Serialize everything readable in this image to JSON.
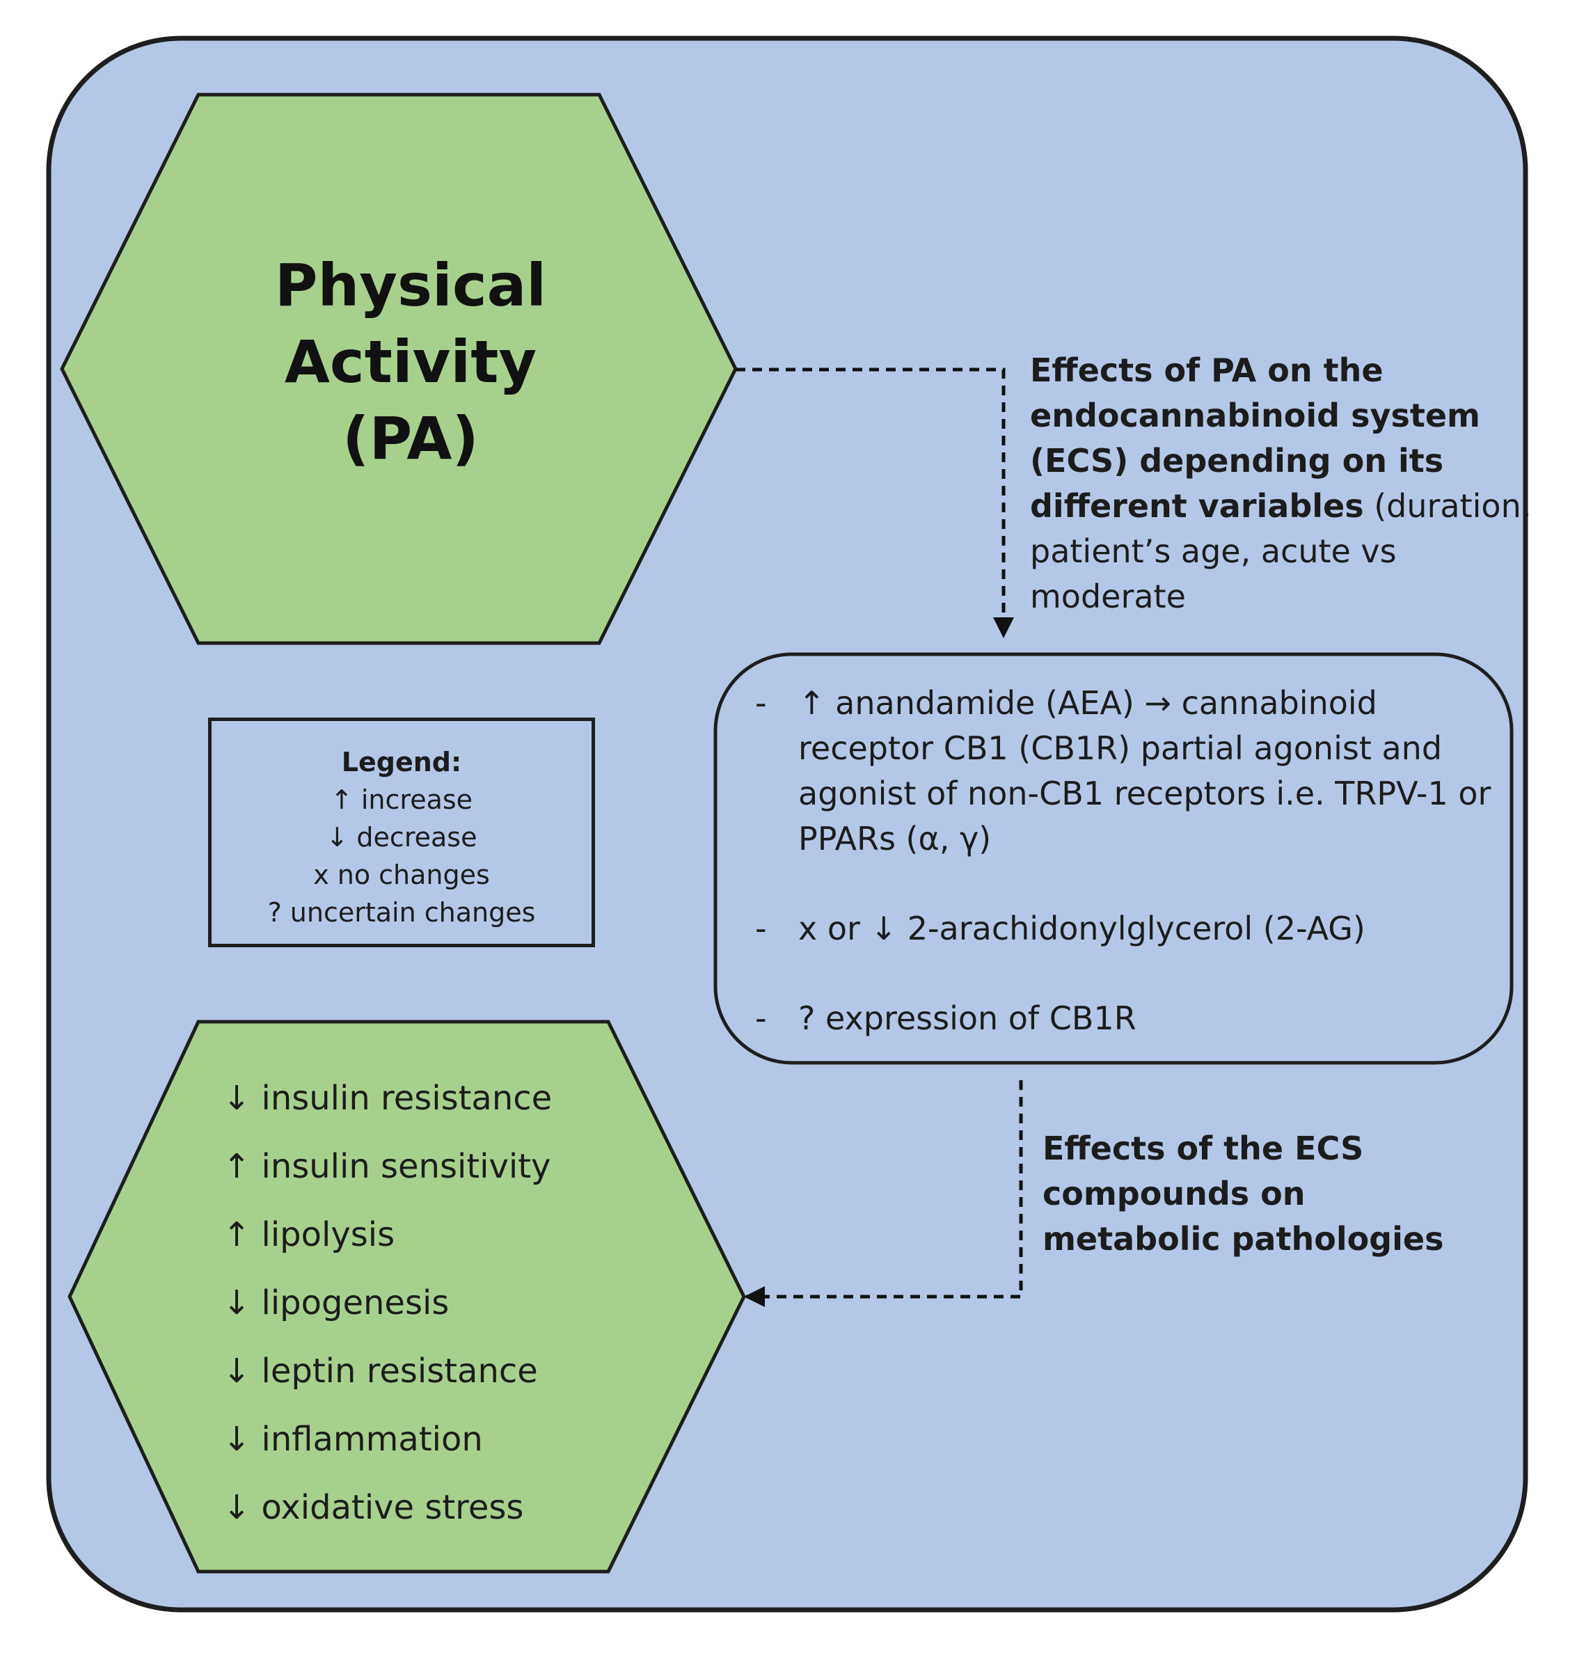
{
  "colors": {
    "background_panel": "#b5c7e6",
    "hexagon_fill": "#a8d08d",
    "outline": "#1e1e1e"
  },
  "central_node": {
    "title_lines": [
      "Physical",
      "Activity",
      "(PA)"
    ]
  },
  "effects_pa_on_ecs": {
    "bold_text": "Effects of PA on the endocannabinoid system (ECS) depending on its different variables",
    "normal_text": " (duration, patient’s age, acute vs moderate"
  },
  "legend": {
    "title": "Legend:",
    "items": [
      "↑ increase",
      "↓ decrease",
      "x no changes",
      "? uncertain changes"
    ]
  },
  "ecs_compounds": {
    "items": [
      {
        "dash": "-",
        "text": "↑ anandamide (AEA) → cannabinoid receptor CB1 (CB1R) partial agonist and agonist of non-CB1 receptors i.e.  TRPV-1 or PPARs (α, γ)"
      },
      {
        "dash": "-",
        "text": "x or ↓ 2-arachidonylglycerol (2-AG)"
      },
      {
        "dash": "-",
        "text": "? expression of CB1R"
      }
    ]
  },
  "effects_ecs_on_pathologies": {
    "text": "Effects of the ECS compounds on metabolic pathologies"
  },
  "metabolic_outcomes": {
    "items": [
      "↓ insulin resistance",
      "↑ insulin sensitivity",
      "↑ lipolysis",
      "↓ lipogenesis",
      "↓ leptin resistance",
      "↓ inflammation",
      "↓ oxidative stress"
    ]
  }
}
